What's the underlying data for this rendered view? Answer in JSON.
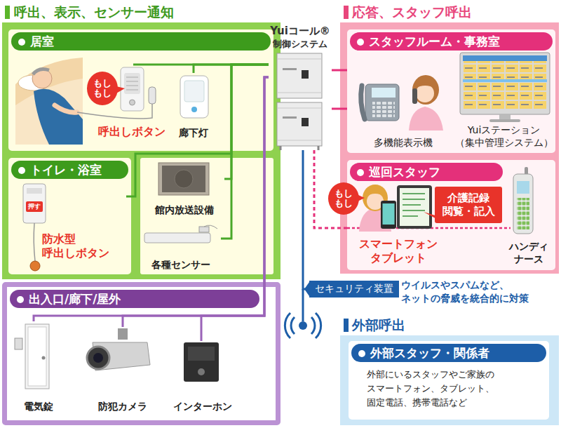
{
  "diagram": {
    "nodes": [
      {
        "text": [
          "呼出、表示、センサー通知"
        ]
      },
      {
        "text": [
          "居室"
        ],
        "in": 0
      },
      {
        "text": [
          "呼出しボタン"
        ],
        "in": 1
      },
      {
        "text": [
          "もしもし"
        ],
        "in": 1
      },
      {
        "text": [
          "廊下灯"
        ],
        "in": 1
      },
      {
        "text": [
          "トイレ・浴室"
        ],
        "in": 0
      },
      {
        "text": [
          "防水型 呼出しボタン"
        ],
        "in": 5
      },
      {
        "text": [
          "館内放送設備"
        ],
        "in": 0
      },
      {
        "text": [
          "各種センサー"
        ],
        "in": 0
      },
      {
        "text": [
          "出入口/廊下/屋外"
        ]
      },
      {
        "text": [
          "電気錠"
        ],
        "in": 9
      },
      {
        "text": [
          "防犯カメラ"
        ],
        "in": 9
      },
      {
        "text": [
          "インターホン"
        ],
        "in": 9
      },
      {
        "text": [
          "Yuiコール®",
          "制御システム"
        ]
      },
      {
        "text": [
          "応答、スタッフ呼出"
        ]
      },
      {
        "text": [
          "スタッフルーム・事務室"
        ],
        "in": 14
      },
      {
        "text": [
          "多機能表示機"
        ],
        "in": 15
      },
      {
        "text": [
          "Yuiステーション （集中管理システム）"
        ],
        "in": 15
      },
      {
        "text": [
          "巡回スタッフ"
        ],
        "in": 14
      },
      {
        "text": [
          "もしもし"
        ],
        "in": 18
      },
      {
        "text": [
          "スマートフォン タブレット"
        ],
        "in": 18
      },
      {
        "text": [
          "介護記録 閲覧・記入"
        ],
        "in": 18
      },
      {
        "text": [
          "ハンディ ナース"
        ],
        "in": 18
      },
      {
        "text": [
          "セキュリティ装置"
        ]
      },
      {
        "text": [
          "外部呼出"
        ]
      },
      {
        "text": [
          "外部スタッフ・関係者",
          "外部にいるスタッフやご家族の スマートフォン、タブレット、 固定電話、携帯電話など"
        ],
        "in": 24
      }
    ],
    "edges": [
      {
        "from": 2,
        "to": 13,
        "arrow": "none"
      },
      {
        "from": 4,
        "to": 13,
        "arrow": "none"
      },
      {
        "from": 6,
        "to": 13,
        "arrow": "none"
      },
      {
        "from": 7,
        "to": 13,
        "arrow": "none"
      },
      {
        "from": 8,
        "to": 13,
        "arrow": "none"
      },
      {
        "from": 10,
        "to": 13,
        "arrow": "none"
      },
      {
        "from": 11,
        "to": 13,
        "arrow": "none"
      },
      {
        "from": 12,
        "to": 13,
        "arrow": "none"
      },
      {
        "from": 13,
        "to": 15,
        "arrow": "none"
      },
      {
        "from": 13,
        "to": 15,
        "arrow": "none"
      },
      {
        "from": 13,
        "to": 18,
        "arrow": "none"
      },
      {
        "from": 13,
        "to": 23,
        "arrow": "none"
      }
    ],
    "labels": [
      "押す",
      "ウイルスやスパムなど、 ネットの脅威を統合的に対策"
    ]
  }
}
